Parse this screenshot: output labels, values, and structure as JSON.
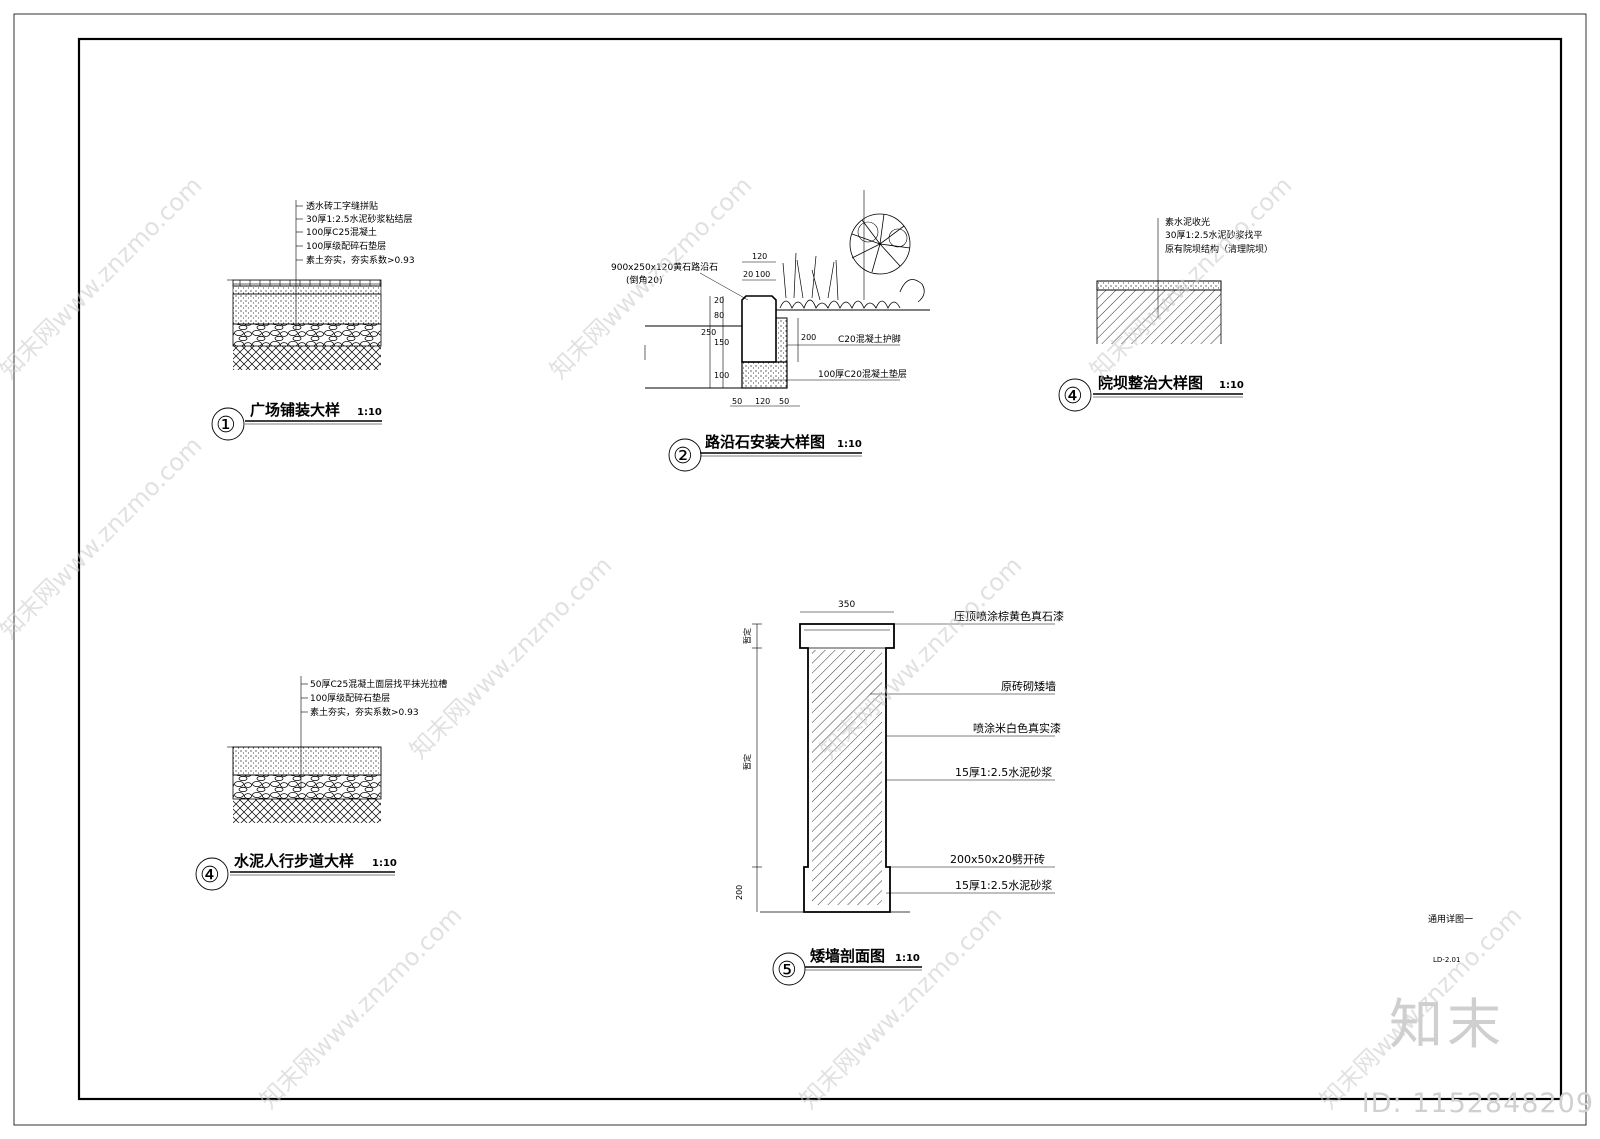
{
  "details": [
    {
      "num": "①",
      "title": "广场铺装大样",
      "scale": "1:10",
      "notes": [
        "透水砖工字缝拼贴",
        "30厚1:2.5水泥砂浆粘结层",
        "100厚C25混凝土",
        "100厚级配碎石垫层",
        "素土夯实，夯实系数>0.93"
      ]
    },
    {
      "num": "②",
      "title": "路沿石安装大样图",
      "scale": "1:10",
      "notes": [
        "900x250x120黄石路沿石",
        "(倒角20)",
        "C20混凝土护脚",
        "100厚C20混凝土垫层"
      ],
      "dims": [
        "120",
        "20",
        "100",
        "20",
        "80",
        "150",
        "250",
        "100",
        "200",
        "50",
        "120",
        "50"
      ]
    },
    {
      "num": "④",
      "title": "院坝整治大样图",
      "scale": "1:10",
      "notes": [
        "素水泥收光",
        "30厚1:2.5水泥砂浆找平",
        "原有院坝结构（清理院坝）"
      ]
    },
    {
      "num": "④",
      "title": "水泥人行步道大样",
      "scale": "1:10",
      "notes": [
        "50厚C25混凝土面层找平抹光拉槽",
        "100厚级配碎石垫层",
        "素土夯实，夯实系数>0.93"
      ]
    },
    {
      "num": "⑤",
      "title": "矮墙剖面图",
      "scale": "1:10",
      "notes": [
        "压顶喷涂棕黄色真石漆",
        "原砖砌矮墙",
        "喷涂米白色真实漆",
        "15厚1:2.5水泥砂浆",
        "200x50x20劈开砖",
        "15厚1:2.5水泥砂浆"
      ],
      "dims": [
        "350",
        "200",
        "暂定",
        "暂定"
      ]
    }
  ],
  "sheet": {
    "name": "通用详图一",
    "number": "LD-2.01"
  },
  "watermark": {
    "text": "知末网www.znzmo.com",
    "logo": "知末",
    "id": "ID: 1152848209"
  }
}
